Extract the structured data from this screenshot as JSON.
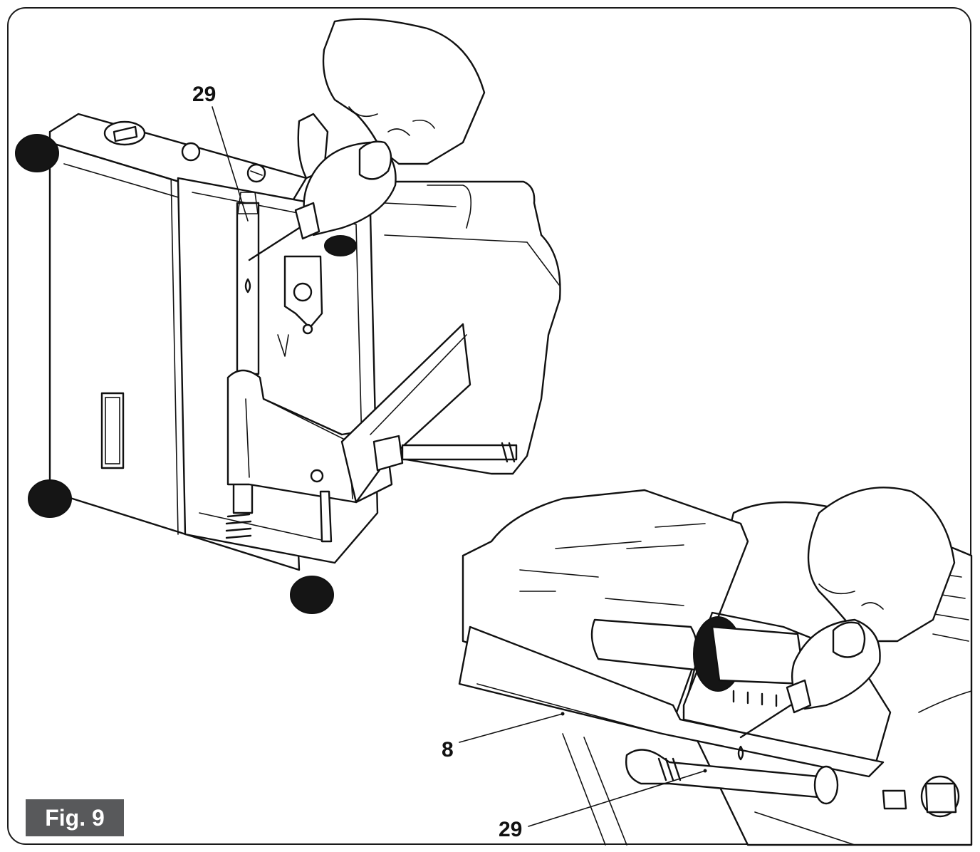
{
  "figure": {
    "caption": "Fig. 9",
    "callouts": [
      {
        "id": "top-29",
        "text": "29"
      },
      {
        "id": "bottom-8",
        "text": "8"
      },
      {
        "id": "bottom-29",
        "text": "29"
      }
    ]
  },
  "colors": {
    "line": "#111111",
    "badge_bg": "#58595b",
    "badge_text": "#ffffff"
  }
}
